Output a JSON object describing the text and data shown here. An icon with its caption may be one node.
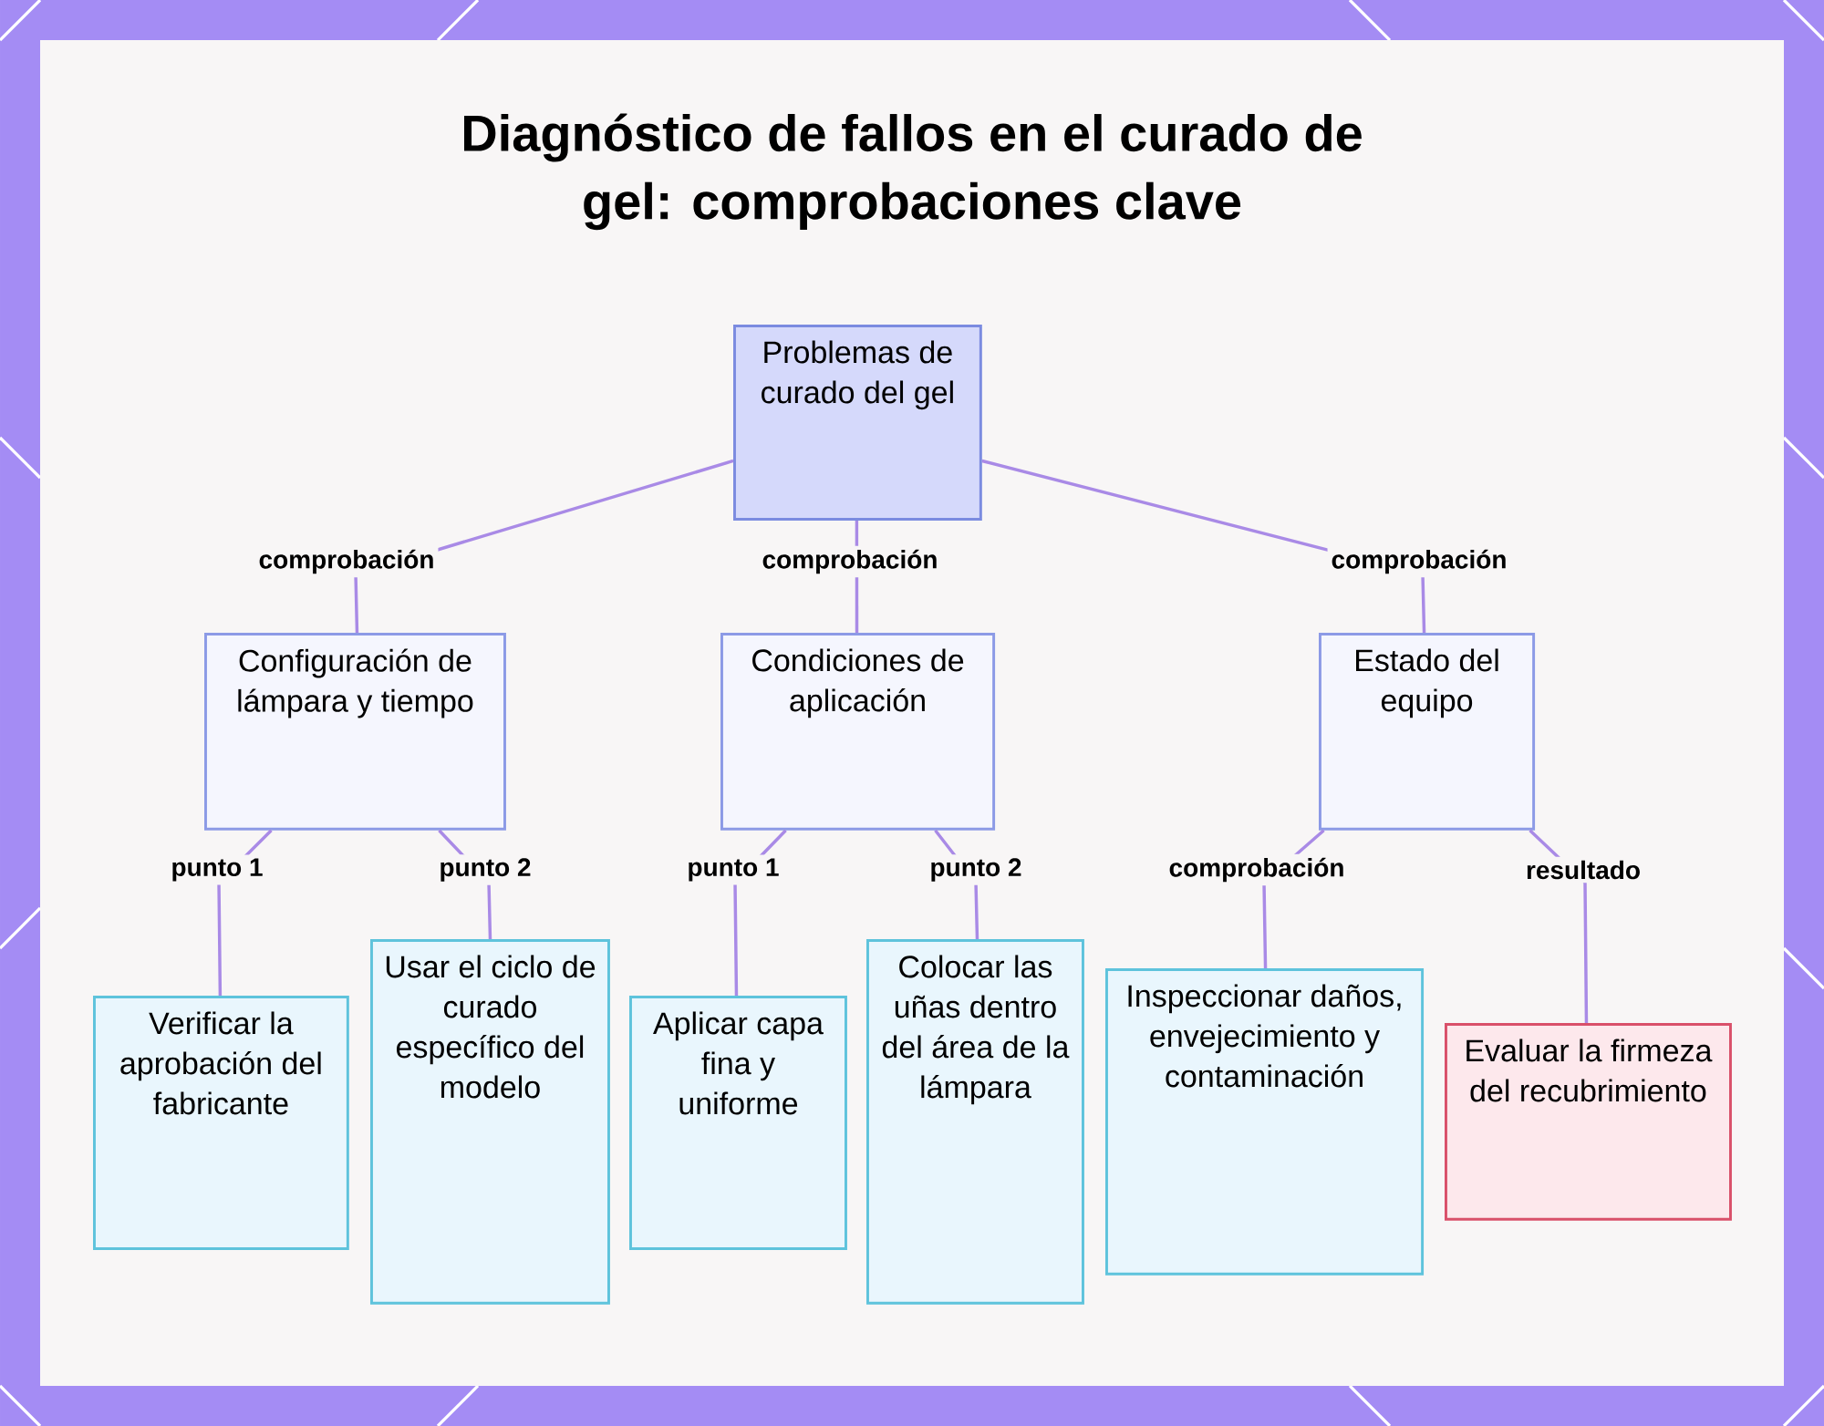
{
  "diagram": {
    "title": "Diagnóstico de fallos en el curado de gel: comprobaciones clave",
    "nodes": [
      {
        "text": [
          "Problemas de curado del gel"
        ]
      },
      {
        "text": [
          "Configuración de lámpara y tiempo"
        ]
      },
      {
        "text": [
          "Condiciones de aplicación"
        ]
      },
      {
        "text": [
          "Estado del equipo"
        ]
      },
      {
        "text": [
          "Verificar la aprobación del fabricante"
        ]
      },
      {
        "text": [
          "Usar el ciclo de curado específico del modelo"
        ]
      },
      {
        "text": [
          "Aplicar capa fina y uniforme"
        ]
      },
      {
        "text": [
          "Colocar las uñas dentro del área de la lámpara"
        ]
      },
      {
        "text": [
          "Inspeccionar daños, envejecimiento y contaminación"
        ]
      },
      {
        "text": [
          "Evaluar la firmeza del recubrimiento"
        ]
      }
    ],
    "edges": [
      {
        "from": 0,
        "to": 1,
        "arrow": "none",
        "label": "comprobación"
      },
      {
        "from": 0,
        "to": 2,
        "arrow": "none",
        "label": "comprobación"
      },
      {
        "from": 0,
        "to": 3,
        "arrow": "none",
        "label": "comprobación"
      },
      {
        "from": 1,
        "to": 4,
        "arrow": "none",
        "label": "punto 1"
      },
      {
        "from": 1,
        "to": 5,
        "arrow": "none",
        "label": "punto 2"
      },
      {
        "from": 2,
        "to": 6,
        "arrow": "none",
        "label": "punto 1"
      },
      {
        "from": 2,
        "to": 7,
        "arrow": "none",
        "label": "punto 2"
      },
      {
        "from": 3,
        "to": 8,
        "arrow": "none",
        "label": "comprobación"
      },
      {
        "from": 3,
        "to": 9,
        "arrow": "none",
        "label": "resultado"
      }
    ]
  }
}
